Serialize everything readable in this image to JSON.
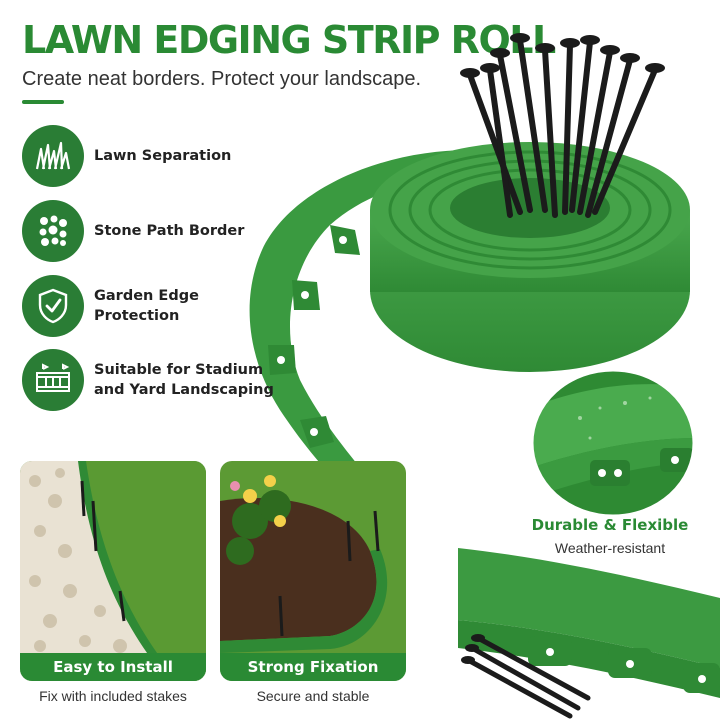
{
  "header": {
    "title": "LAWN EDGING STRIP ROLL",
    "subtitle": "Create neat borders. Protect your landscape."
  },
  "features": [
    {
      "icon": "grass-icon",
      "label": "Lawn Separation"
    },
    {
      "icon": "stones-icon",
      "label": "Stone Path Border"
    },
    {
      "icon": "shield-check-icon",
      "label": "Garden Edge Protection"
    },
    {
      "icon": "stadium-icon",
      "label": "Suitable for Stadium and Yard Landscaping"
    }
  ],
  "cards": [
    {
      "title": "Easy to Install",
      "caption": "Fix with included stakes"
    },
    {
      "title": "Strong Fixation",
      "caption": "Secure and stable"
    }
  ],
  "highlight": {
    "title": "Durable & Flexible",
    "subtitle": "Weather-resistant"
  },
  "colors": {
    "brand_green": "#2a8a34",
    "edging_green": "#3c9a41",
    "stake_black": "#1b1b1b"
  }
}
